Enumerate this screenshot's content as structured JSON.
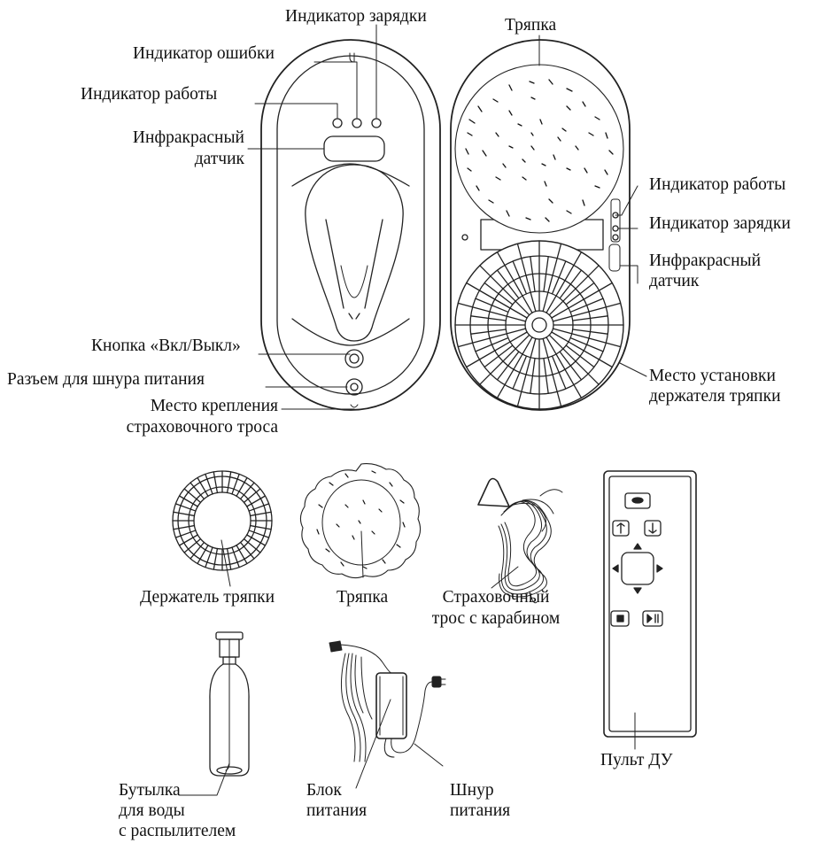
{
  "labels": {
    "indicator_charge_top": "Индикатор зарядки",
    "indicator_error": "Индикатор ошибки",
    "indicator_work_left": "Индикатор работы",
    "ir_sensor_left_1": "Инфракрасный",
    "ir_sensor_left_2": "датчик",
    "power_button": "Кнопка «Вкл/Выкл»",
    "power_socket": "Разъем для шнура питания",
    "safety_rope_mount_1": "Место крепления",
    "safety_rope_mount_2": "страховочного троса",
    "cloth_top": "Тряпка",
    "indicator_work_right": "Индикатор работы",
    "indicator_charge_right": "Индикатор зарядки",
    "ir_sensor_right_1": "Инфракрасный",
    "ir_sensor_right_2": "датчик",
    "cloth_holder_place_1": "Место установки",
    "cloth_holder_place_2": "держателя тряпки",
    "cloth_holder": "Держатель тряпки",
    "cloth": "Тряпка",
    "safety_rope_1": "Страховочный",
    "safety_rope_2": "трос с карабином",
    "remote": "Пульт ДУ",
    "bottle_1": "Бутылка",
    "bottle_2": "для воды",
    "bottle_3": "с распылителем",
    "power_unit_1": "Блок",
    "power_unit_2": "питания",
    "power_cord_1": "Шнур",
    "power_cord_2": "питания"
  },
  "colors": {
    "line": "#222222",
    "text": "#111111",
    "background": "#ffffff"
  }
}
